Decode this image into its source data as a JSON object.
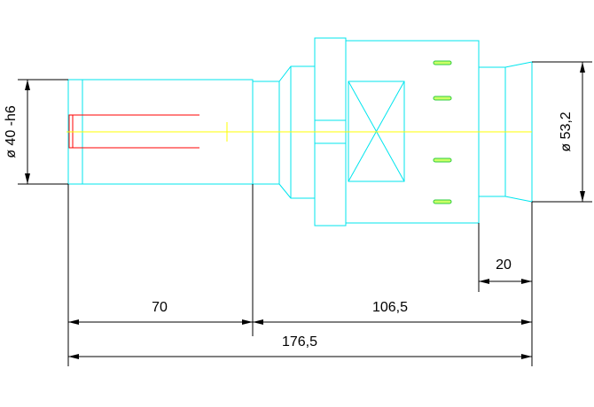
{
  "drawing": {
    "colors": {
      "outline": "#00e5ee",
      "dimension": "#000000",
      "centerline": "#ffff00",
      "bore": "#ff0000",
      "slots": "#2ecc40"
    },
    "dimensions": {
      "shaft_diameter": "ø 40 -h6",
      "flange_diameter": "ø 53,2",
      "length_shank": "70",
      "length_body": "106,5",
      "length_total": "176,5",
      "length_end": "20"
    }
  }
}
